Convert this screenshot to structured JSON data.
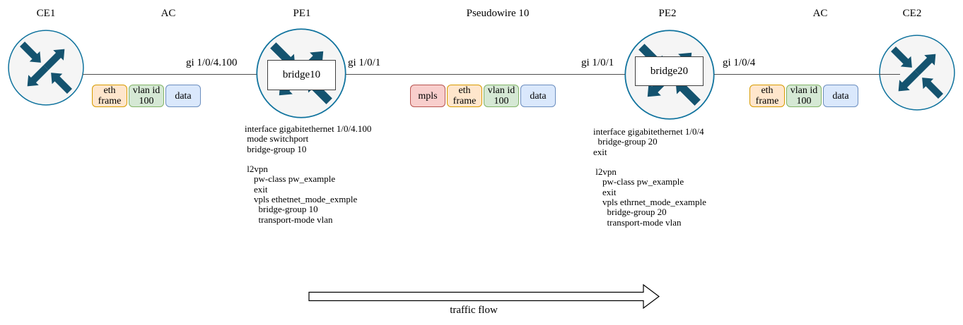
{
  "topLabels": {
    "ce1": "CE1",
    "ac_left": "AC",
    "pe1": "PE1",
    "pseudowire": "Pseudowire 10",
    "pe2": "PE2",
    "ac_right": "AC",
    "ce2": "CE2"
  },
  "interfaceLabels": {
    "ce1_pe1": "gi 1/0/4.100",
    "pe1_core": "gi 1/0/1",
    "pe2_core": "gi 1/0/1",
    "pe2_ce2": "gi 1/0/4"
  },
  "bridges": {
    "pe1": "bridge10",
    "pe2": "bridge20"
  },
  "frameStacks": {
    "left_ac": [
      {
        "name": "eth-frame",
        "text": "eth\nframe",
        "color": "orange"
      },
      {
        "name": "vlan-id-100",
        "text": "vlan id\n100",
        "color": "green"
      },
      {
        "name": "data",
        "text": "data",
        "color": "blue"
      }
    ],
    "pseudowire": [
      {
        "name": "mpls",
        "text": "mpls",
        "color": "red"
      },
      {
        "name": "eth-frame",
        "text": "eth\nframe",
        "color": "orange"
      },
      {
        "name": "vlan-id-100",
        "text": "vlan id\n100",
        "color": "green"
      },
      {
        "name": "data",
        "text": "data",
        "color": "blue"
      }
    ],
    "right_ac": [
      {
        "name": "eth-frame",
        "text": "eth\nframe",
        "color": "orange"
      },
      {
        "name": "vlan-id-100",
        "text": "vlan id\n100",
        "color": "green"
      },
      {
        "name": "data",
        "text": "data",
        "color": "blue"
      }
    ]
  },
  "configs": {
    "pe1": "interface gigabitethernet 1/0/4.100\n mode switchport\n bridge-group 10\n\n l2vpn\n    pw-class pw_example\n    exit\n    vpls ethetnet_mode_exmple\n      bridge-group 10\n      transport-mode vlan",
    "pe2": "interface gigabitethernet 1/0/4\n  bridge-group 20\nexit\n\n l2vpn\n    pw-class pw_example\n    exit\n    vpls ethrnet_mode_example\n      bridge-group 20\n      transport-mode vlan"
  },
  "trafficFlow": {
    "label": "traffic flow"
  },
  "colors": {
    "edge": "#4D4D4D",
    "router_fill": "#F5F5F5",
    "router_stroke": "#10739E",
    "router_arrow": "#14536F",
    "bridge_border": "#404040",
    "box_orange_fill": "#FFE6CC",
    "box_orange_stroke": "#D79B00",
    "box_green_fill": "#D5E8D4",
    "box_green_stroke": "#82B366",
    "box_blue_fill": "#DAE8FC",
    "box_blue_stroke": "#6C8EBF",
    "box_red_fill": "#F8CECC",
    "box_red_stroke": "#B85450"
  }
}
